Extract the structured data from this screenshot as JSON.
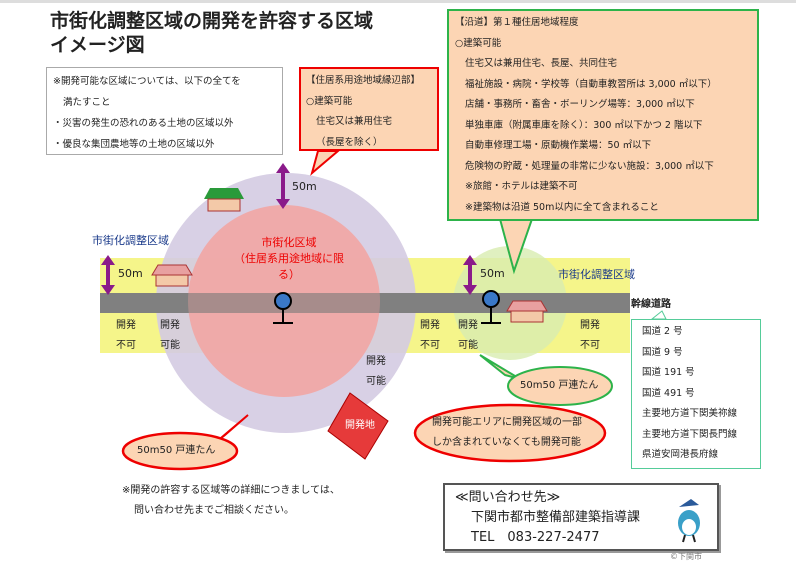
{
  "title": [
    "市街化調整区域の開発を許容する区域",
    "イメージ図"
  ],
  "note": [
    "※開発可能な区域については、以下の全てを",
    "満たすこと",
    "・災害の発生の恐れのある土地の区域以外",
    "・優良な集団農地等の土地の区域以外"
  ],
  "residential_box": [
    "【住居系用途地域縁辺部】",
    "○建築可能",
    "住宅又は兼用住宅",
    "（長屋を除く）"
  ],
  "roadside_box": [
    "【沿道】第１種住居地域程度",
    "○建築可能",
    "住宅又は兼用住宅、長屋、共同住宅",
    "福祉施設・病院・学校等（自動車教習所は 3,000 ㎡以下）",
    "店舗・事務所・畜舎・ボーリング場等：3,000 ㎡以下",
    "単独車庫（附属車庫を除く）：300 ㎡以下かつ 2 階以下",
    "自動車修理工場・原動機作業場：50 ㎡以下",
    "危険物の貯蔵・処理量の非常に少ない施設：3,000 ㎡以下",
    "※旅館・ホテルは建築不可",
    "※建築物は沿道 50m以内に全て含まれること"
  ],
  "urbanization_area": [
    "市街化区域",
    "（住居系用途地域に限る）"
  ],
  "control_area_left": "市街化調整区域",
  "control_area_right": "市街化調整区域",
  "distance": "50m",
  "trunk_road_label": "幹線道路",
  "trunk_roads": [
    "国道 2 号",
    "国道 9 号",
    "国道 191 号",
    "国道 491 号",
    "主要地方道下関美祢線",
    "主要地方道下関長門線",
    "県道安岡港長府線"
  ],
  "dev_not_allowed": [
    "開発",
    "不可"
  ],
  "dev_allowed": [
    "開発",
    "可能"
  ],
  "bubble_50m50": "50m50 戸連たん",
  "dev_site": "開発地",
  "dev_site_note": [
    "開発可能エリアに開発区域の一部",
    "しか含まれていなくても開発可能"
  ],
  "bottom_note": [
    "※開発の許容する区域等の詳細につきましては、",
    "問い合わせ先までご相談ください。"
  ],
  "contact": {
    "heading": "≪問い合わせ先≫",
    "dept": "下関市都市整備部建築指導課",
    "tel": "TEL　083-227-2477"
  },
  "copyright": "©下関市",
  "colors": {
    "purple": "#d4cbe2",
    "pink": "#f3a3a0",
    "green": "#d8ecb0",
    "yellow": "#f5f58a",
    "road": "#808080",
    "red": "#e00000"
  }
}
